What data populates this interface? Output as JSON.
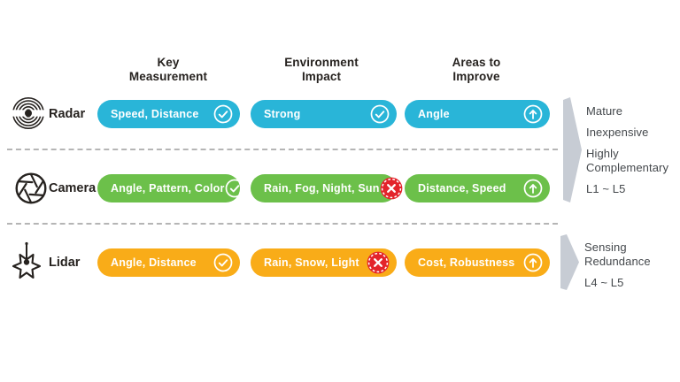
{
  "columns": {
    "key_measurement": "Key\nMeasurement",
    "environment_impact": "Environment\nImpact",
    "areas_to_improve": "Areas to\nImprove"
  },
  "rows": [
    {
      "label": "Radar",
      "color": "#29b5d8",
      "icon": "radar-icon",
      "cells": [
        {
          "text": "Speed, Distance",
          "icon": "check-icon"
        },
        {
          "text": "Strong",
          "icon": "check-icon"
        },
        {
          "text": "Angle",
          "icon": "up-arrow-icon"
        }
      ]
    },
    {
      "label": "Camera",
      "color": "#6cc04a",
      "icon": "camera-aperture-icon",
      "cells": [
        {
          "text": "Angle, Pattern, Color",
          "icon": "check-icon"
        },
        {
          "text": "Rain, Fog, Night, Sun",
          "icon": "cross-icon"
        },
        {
          "text": "Distance, Speed",
          "icon": "up-arrow-icon"
        }
      ]
    },
    {
      "label": "Lidar",
      "color": "#f9ac18",
      "icon": "lidar-star-icon",
      "cells": [
        {
          "text": "Angle, Distance",
          "icon": "check-icon"
        },
        {
          "text": "Rain, Snow, Light",
          "icon": "cross-icon"
        },
        {
          "text": "Cost, Robustness",
          "icon": "up-arrow-icon"
        }
      ]
    }
  ],
  "side_notes": [
    {
      "lines": [
        "Mature",
        "Inexpensive",
        "Highly\nComplementary",
        "L1 ~ L5"
      ]
    },
    {
      "lines": [
        "Sensing\nRedundance",
        "L4 ~ L5"
      ]
    }
  ],
  "colors": {
    "radar_blue": "#29b5d8",
    "camera_green": "#6cc04a",
    "lidar_orange": "#f9ac18",
    "cross_badge_red": "#e3242b",
    "brace_gray": "#c7ccd4",
    "divider_gray": "#b5b5b5",
    "text_dark": "#26221f"
  }
}
